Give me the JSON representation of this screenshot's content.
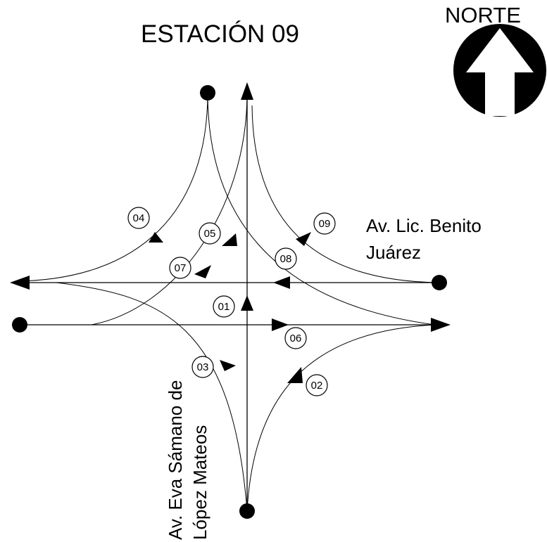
{
  "title": "ESTACIÓN 09",
  "north_label": "NORTE",
  "streets": {
    "east_west_line1": "Av. Lic. Benito",
    "east_west_line2": "Juárez",
    "north_south_line1": "Av. Eva Sámano de",
    "north_south_line2": "López Mateos"
  },
  "movements": [
    "01",
    "02",
    "03",
    "04",
    "05",
    "06",
    "07",
    "08",
    "09"
  ]
}
